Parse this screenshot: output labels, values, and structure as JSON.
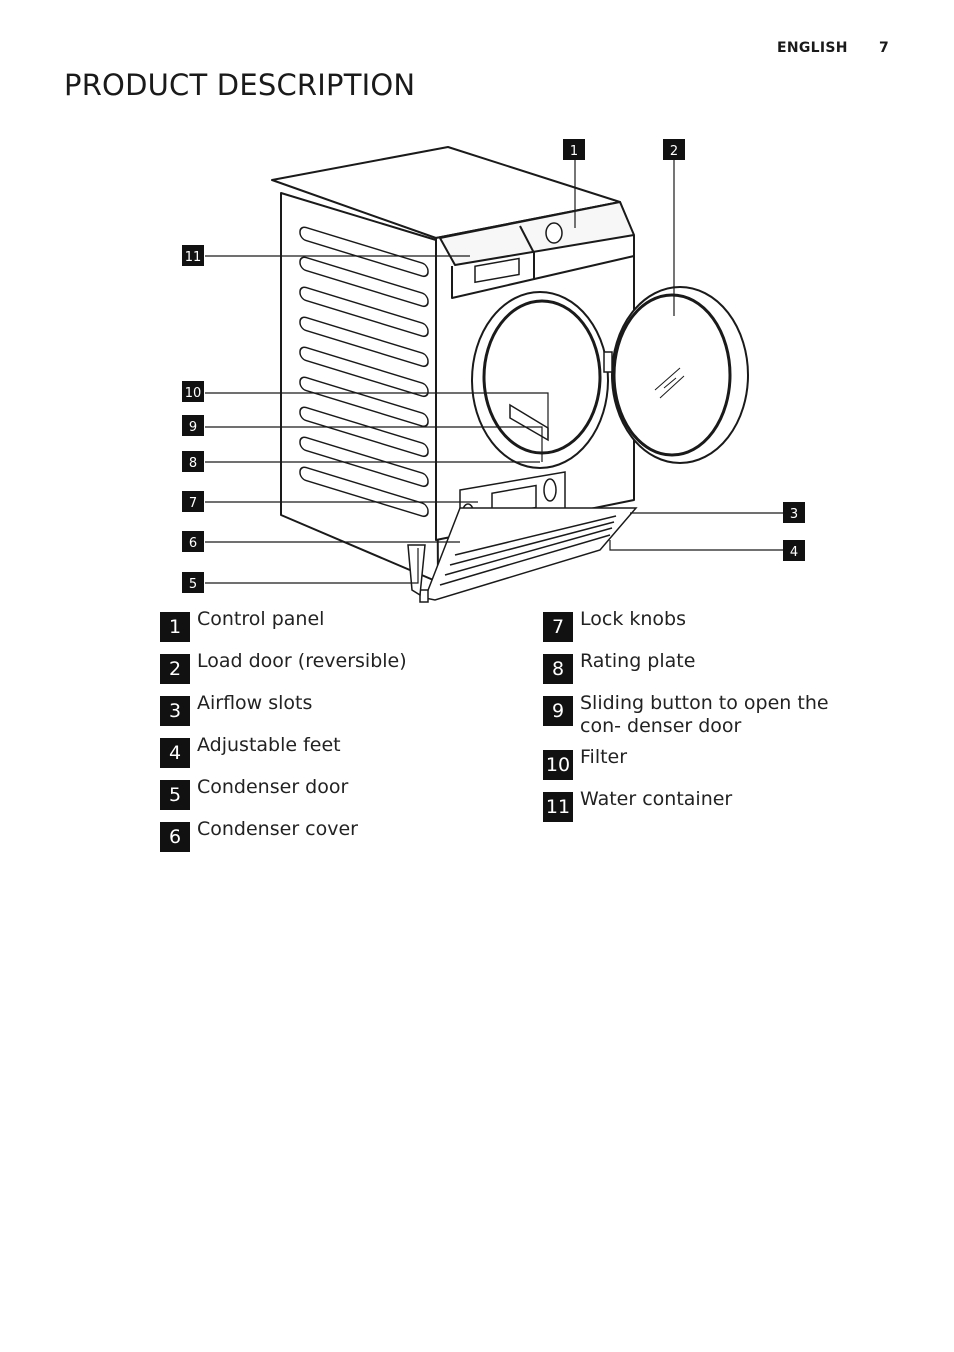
{
  "header": {
    "language": "ENGLISH",
    "page_number": "7"
  },
  "title": "PRODUCT DESCRIPTION",
  "callouts": [
    "1",
    "2",
    "3",
    "4",
    "5",
    "6",
    "7",
    "8",
    "9",
    "10",
    "11"
  ],
  "legend_left": [
    {
      "num": "1",
      "label": "Control panel"
    },
    {
      "num": "2",
      "label": "Load door (reversible)"
    },
    {
      "num": "3",
      "label": "Airflow slots"
    },
    {
      "num": "4",
      "label": "Adjustable feet"
    },
    {
      "num": "5",
      "label": "Condenser door"
    },
    {
      "num": "6",
      "label": "Condenser cover"
    }
  ],
  "legend_right": [
    {
      "num": "7",
      "label": "Lock knobs"
    },
    {
      "num": "8",
      "label": "Rating plate"
    },
    {
      "num": "9",
      "label": "Sliding button to open the con- denser door"
    },
    {
      "num": "10",
      "label": "Filter"
    },
    {
      "num": "11",
      "label": "Water container"
    }
  ]
}
